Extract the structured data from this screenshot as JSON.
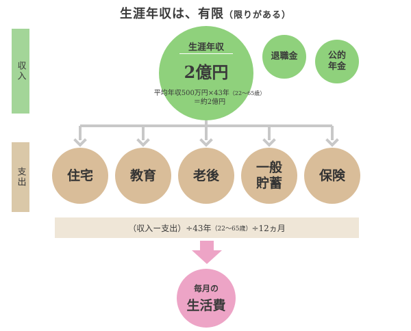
{
  "title": {
    "main": "生涯年収は、有限",
    "sub": "（限りがある）"
  },
  "side_labels": {
    "income": "収入",
    "expense": "支出"
  },
  "income": {
    "lifetime_label": "生涯年収",
    "lifetime_value": "2億円",
    "calc_prefix": "平均年収500万円×43年",
    "calc_age": "（22～65歳）",
    "calc_result": "＝約2億円",
    "others": [
      "退職金",
      "公的\n年金"
    ]
  },
  "expenses": [
    "住宅",
    "教育",
    "老後",
    "一般\n貯蓄",
    "保険"
  ],
  "formula": {
    "main": "（収入ー支出）÷43年",
    "age": "（22～65歳）",
    "tail": "÷12ヵ月"
  },
  "result": {
    "small": "毎月の",
    "big": "生活費"
  },
  "colors": {
    "income_green": "#8fd17c",
    "income_side": "#a3d598",
    "expense_tan": "#d9bd99",
    "expense_side": "#dac8a8",
    "formula_bg": "#efe6d7",
    "result_pink": "#eda4c6",
    "connector_gray": "#c8c8c8",
    "arrow_pink": "#eda4c6"
  }
}
